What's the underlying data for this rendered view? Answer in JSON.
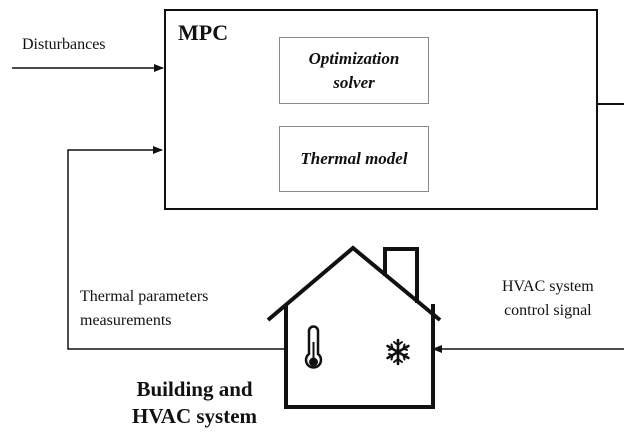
{
  "mpc": {
    "title": "MPC",
    "optimization_solver": [
      "Optimization",
      "solver"
    ],
    "thermal_model": "Thermal model"
  },
  "inputs": {
    "disturbances": "Disturbances"
  },
  "feedback": {
    "label": [
      "Thermal parameters",
      "measurements"
    ]
  },
  "control": {
    "label": [
      "HVAC system",
      "control signal"
    ]
  },
  "building": {
    "label": [
      "Building and",
      "HVAC system"
    ],
    "thermometer_icon": "thermometer-icon",
    "snowflake_icon": "snowflake-icon"
  }
}
